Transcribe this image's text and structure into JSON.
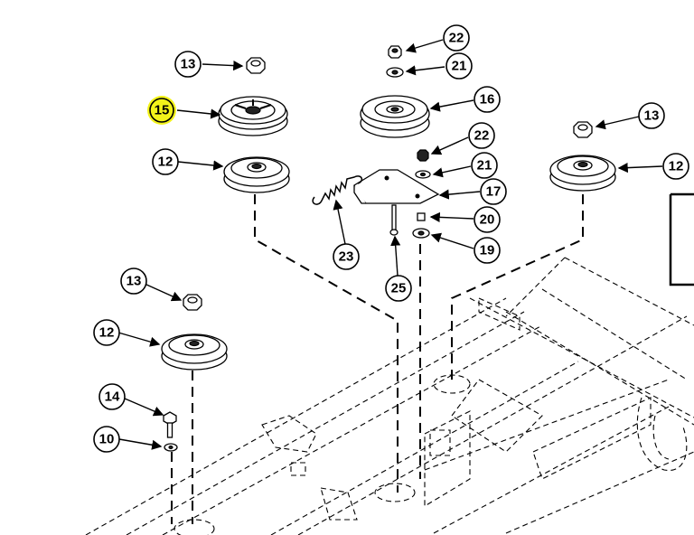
{
  "colors": {
    "highlight": "#f3f31a",
    "ink": "#000000",
    "paper": "#ffffff"
  },
  "callouts": [
    {
      "id": "c13a",
      "label": "13",
      "icon": "nut-icon"
    },
    {
      "id": "c15",
      "label": "15",
      "icon": "pulley-icon",
      "highlighted": true
    },
    {
      "id": "c12a",
      "label": "12",
      "icon": "idler-pulley-icon"
    },
    {
      "id": "c22a",
      "label": "22",
      "icon": "nut-icon"
    },
    {
      "id": "c21a",
      "label": "21",
      "icon": "washer-icon"
    },
    {
      "id": "c16",
      "label": "16",
      "icon": "pulley-icon"
    },
    {
      "id": "c22b",
      "label": "22",
      "icon": "nut-icon"
    },
    {
      "id": "c21b",
      "label": "21",
      "icon": "washer-icon"
    },
    {
      "id": "c17",
      "label": "17",
      "icon": "bracket-icon"
    },
    {
      "id": "c20",
      "label": "20",
      "icon": "spacer-icon"
    },
    {
      "id": "c19",
      "label": "19",
      "icon": "washer-icon"
    },
    {
      "id": "c23",
      "label": "23",
      "icon": "spring-icon"
    },
    {
      "id": "c25",
      "label": "25",
      "icon": "bolt-icon"
    },
    {
      "id": "c13b",
      "label": "13",
      "icon": "nut-icon"
    },
    {
      "id": "c12b",
      "label": "12",
      "icon": "idler-pulley-icon"
    },
    {
      "id": "c13c",
      "label": "13",
      "icon": "nut-icon"
    },
    {
      "id": "c12c",
      "label": "12",
      "icon": "idler-pulley-icon"
    },
    {
      "id": "c14",
      "label": "14",
      "icon": "bolt-icon"
    },
    {
      "id": "c10",
      "label": "10",
      "icon": "washer-icon"
    }
  ]
}
